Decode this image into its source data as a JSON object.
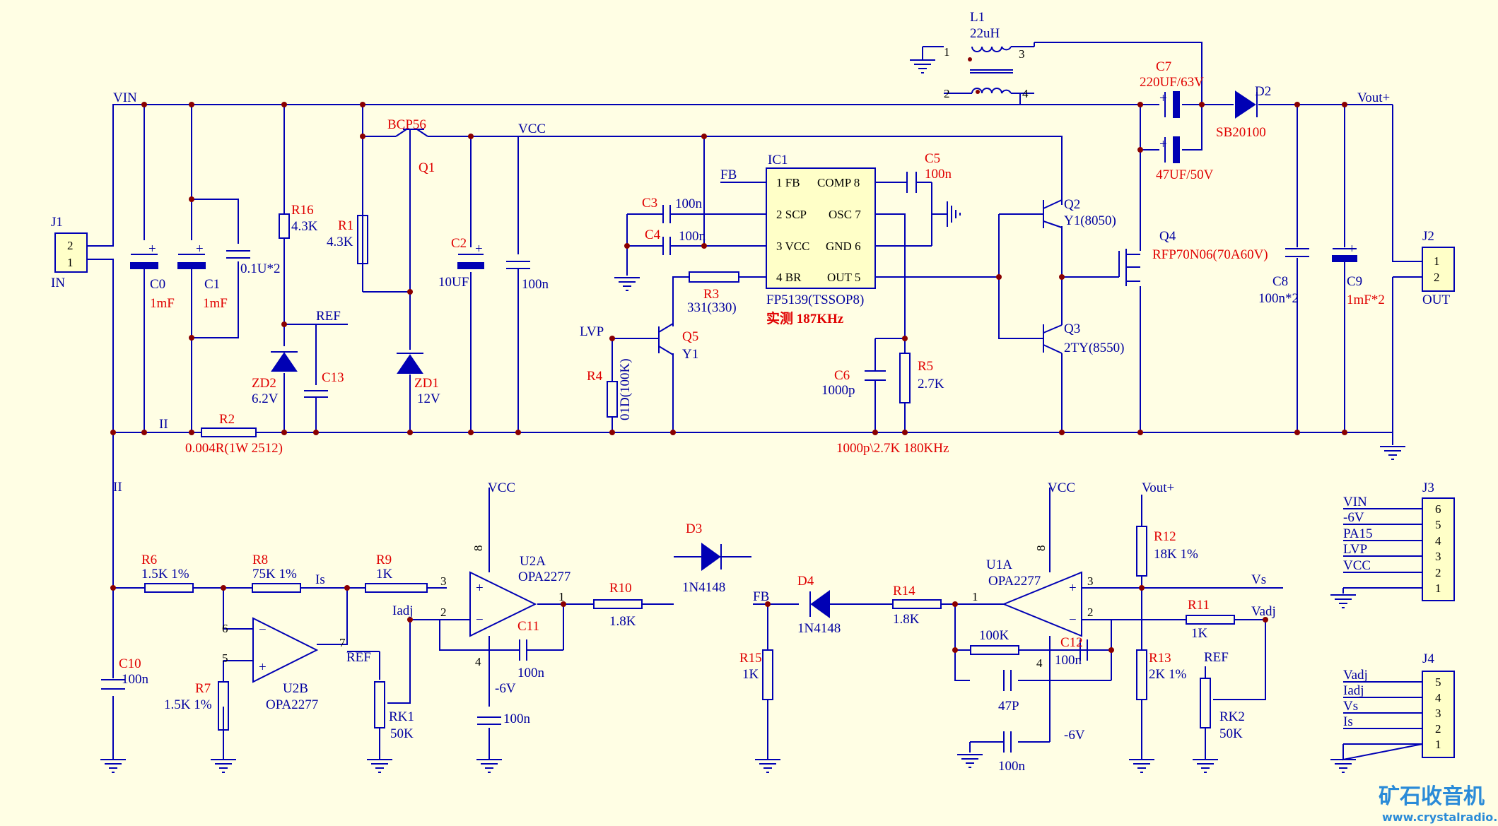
{
  "connectors": {
    "j1": {
      "ref": "J1",
      "name": "IN",
      "pins": [
        "2",
        "1"
      ]
    },
    "j2": {
      "ref": "J2",
      "name": "OUT",
      "pins": [
        "1",
        "2"
      ]
    },
    "j3": {
      "ref": "J3",
      "pins": [
        "6",
        "5",
        "4",
        "3",
        "2",
        "1"
      ],
      "nets": [
        "VIN",
        "-6V",
        "PA15",
        "LVP",
        "VCC",
        ""
      ]
    },
    "j4": {
      "ref": "J4",
      "pins": [
        "5",
        "4",
        "3",
        "2",
        "1"
      ],
      "nets": [
        "Vadj",
        "Iadj",
        "Vs",
        "Is",
        ""
      ]
    }
  },
  "nets": {
    "vin": "VIN",
    "vcc": "VCC",
    "vout": "Vout+",
    "ref": "REF",
    "lvp": "LVP",
    "fb": "FB",
    "ii": "II",
    "is": "Is",
    "iadj": "Iadj",
    "vs": "Vs",
    "vadj": "Vadj",
    "neg6v": "-6V"
  },
  "parts": {
    "c0": {
      "ref": "C0",
      "val": "1mF"
    },
    "c1": {
      "ref": "C1",
      "val": "1mF"
    },
    "c01": {
      "val": "0.1U*2"
    },
    "r16": {
      "ref": "R16",
      "val": "4.3K"
    },
    "zd2": {
      "ref": "ZD2",
      "val": "6.2V"
    },
    "c13": {
      "ref": "C13"
    },
    "r2": {
      "ref": "R2",
      "val": "0.004R(1W 2512)"
    },
    "q1": {
      "ref": "Q1",
      "val": "BCP56"
    },
    "r1": {
      "ref": "R1",
      "val": "4.3K"
    },
    "zd1": {
      "ref": "ZD1",
      "val": "12V"
    },
    "c2": {
      "ref": "C2",
      "val": "10UF"
    },
    "c2b": {
      "val": "100n"
    },
    "c3": {
      "ref": "C3",
      "val": "100n"
    },
    "c4": {
      "ref": "C4",
      "val": "100n"
    },
    "ic1": {
      "ref": "IC1",
      "val": "FP5139(TSSOP8)",
      "note": "实测 187KHz",
      "pins_l": [
        "1 FB",
        "2 SCP",
        "3 VCC",
        "4 BR"
      ],
      "pins_r": [
        "COMP 8",
        "OSC 7",
        "GND 6",
        "OUT 5"
      ]
    },
    "r3": {
      "ref": "R3",
      "val": "331(330)"
    },
    "q5": {
      "ref": "Q5",
      "val": "Y1"
    },
    "r4": {
      "ref": "R4",
      "val": "01D(100K)"
    },
    "c5": {
      "ref": "C5",
      "val": "100n"
    },
    "c6": {
      "ref": "C6",
      "val": "1000p"
    },
    "r5": {
      "ref": "R5",
      "val": "2.7K"
    },
    "osc_note": "1000p\\2.7K  180KHz",
    "q2": {
      "ref": "Q2",
      "val": "Y1(8050)"
    },
    "q3": {
      "ref": "Q3",
      "val": "2TY(8550)"
    },
    "q4": {
      "ref": "Q4",
      "val": "RFP70N06(70A60V)"
    },
    "l1": {
      "ref": "L1",
      "val": "22uH",
      "pins": [
        "1",
        "2",
        "3",
        "4"
      ]
    },
    "c7": {
      "ref": "C7",
      "val": "220UF/63V"
    },
    "c7b": {
      "val": "47UF/50V"
    },
    "d2": {
      "ref": "D2",
      "val": "SB20100"
    },
    "c8": {
      "ref": "C8",
      "val": "100n*2"
    },
    "c9": {
      "ref": "C9",
      "val": "1mF*2"
    },
    "c10": {
      "ref": "C10",
      "val": "100n"
    },
    "r6": {
      "ref": "R6",
      "val": "1.5K 1%"
    },
    "r8": {
      "ref": "R8",
      "val": "75K 1%"
    },
    "r7": {
      "ref": "R7",
      "val": "1.5K 1%"
    },
    "u2b": {
      "ref": "U2B",
      "val": "OPA2277",
      "pins": [
        "6",
        "5",
        "7"
      ]
    },
    "r9": {
      "ref": "R9",
      "val": "1K"
    },
    "rk1": {
      "ref": "RK1",
      "val": "50K"
    },
    "u2a": {
      "ref": "U2A",
      "val": "OPA2277",
      "pins": [
        "3",
        "2",
        "1",
        "8",
        "4"
      ]
    },
    "c11": {
      "ref": "C11",
      "val": "100n"
    },
    "c11b": {
      "val": "100n"
    },
    "r10": {
      "ref": "R10",
      "val": "1.8K"
    },
    "d3": {
      "ref": "D3",
      "val": "1N4148"
    },
    "d4": {
      "ref": "D4",
      "val": "1N4148"
    },
    "r15": {
      "ref": "R15",
      "val": "1K"
    },
    "r14": {
      "ref": "R14",
      "val": "1.8K"
    },
    "u1a": {
      "ref": "U1A",
      "val": "OPA2277",
      "pins": [
        "3",
        "2",
        "1",
        "8",
        "4"
      ]
    },
    "r100k": {
      "val": "100K"
    },
    "c12": {
      "ref": "C12",
      "val": "100n"
    },
    "c47p": {
      "val": "47P"
    },
    "c100nb": {
      "val": "100n"
    },
    "r12": {
      "ref": "R12",
      "val": "18K 1%"
    },
    "r13": {
      "ref": "R13",
      "val": "2K 1%"
    },
    "r11": {
      "ref": "R11",
      "val": "1K"
    },
    "rk2": {
      "ref": "RK2",
      "val": "50K"
    }
  },
  "watermark": {
    "title": "矿石收音机",
    "url": "www.crystalradio.cn"
  },
  "colors": {
    "wire": "#0000b4",
    "label": "#e00000",
    "designator": "#0000a0",
    "background": "#fffee4"
  }
}
